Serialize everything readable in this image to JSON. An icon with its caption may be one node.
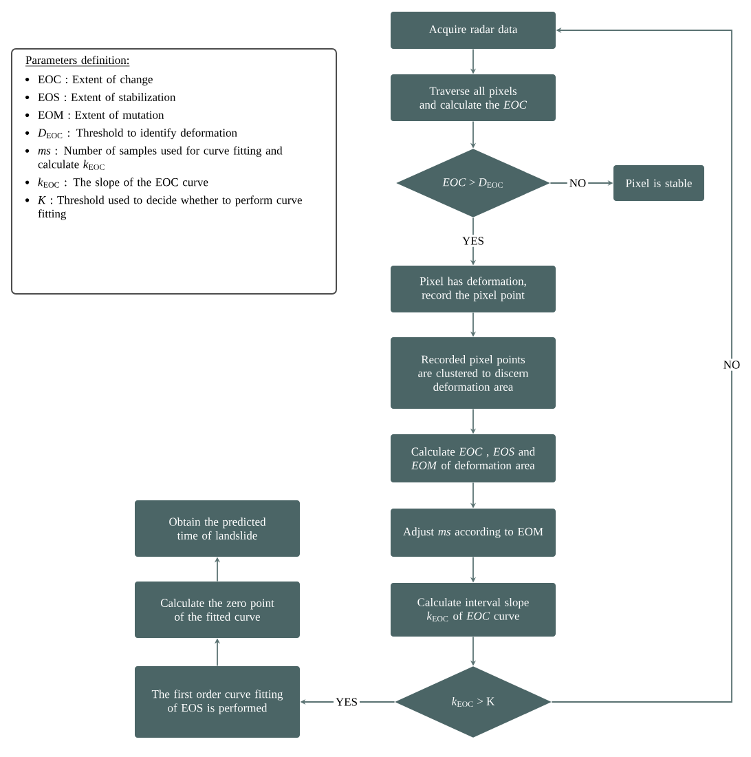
{
  "diagram": {
    "nodes": [
      {
        "text": [
          "Parameters definition:",
          "EOC : Extent of change",
          "EOS : Extent of stabilization",
          "EOM : Extent of mutation",
          "*D*$_{EOC}$ : Threshold to identify deformation",
          "*ms* : Number of samples used for curve fitting and calculate *k*$_{EOC}$",
          "*k*$_{EOC}$ : The slope of the EOC curve",
          "*K* : Threshold used to decide whether to perform curve fitting"
        ]
      },
      {
        "text": [
          "Acquire radar data"
        ]
      },
      {
        "text": [
          "Traverse all pixels and calculate the *EOC*"
        ]
      },
      {
        "text": [
          "*EOC* > *D*$_{EOC}$"
        ]
      },
      {
        "text": [
          "Pixel is stable"
        ]
      },
      {
        "text": [
          "Pixel has deformation, record the pixel point"
        ]
      },
      {
        "text": [
          "Recorded pixel points are clustered to discern deformation area"
        ]
      },
      {
        "text": [
          "Calculate *EOC* , *EOS* and *EOM* of deformation area"
        ]
      },
      {
        "text": [
          "Adjust *ms* according to EOM"
        ]
      },
      {
        "text": [
          "Calculate interval slope *k*$_{EOC}$ of *EOC* curve"
        ]
      },
      {
        "text": [
          "*k*$_{EOC}$ > K"
        ]
      },
      {
        "text": [
          "The first order curve fitting of EOS is performed"
        ]
      },
      {
        "text": [
          "Calculate the zero point of the fitted curve"
        ]
      },
      {
        "text": [
          "Obtain the predicted time of landslide"
        ]
      }
    ],
    "edges": [
      {
        "from": 1,
        "to": 2,
        "arrow": "to"
      },
      {
        "from": 2,
        "to": 3,
        "arrow": "to"
      },
      {
        "from": 3,
        "to": 4,
        "arrow": "to",
        "label": "NO"
      },
      {
        "from": 3,
        "to": 5,
        "arrow": "to",
        "label": "YES"
      },
      {
        "from": 5,
        "to": 6,
        "arrow": "to"
      },
      {
        "from": 6,
        "to": 7,
        "arrow": "to"
      },
      {
        "from": 7,
        "to": 8,
        "arrow": "to"
      },
      {
        "from": 8,
        "to": 9,
        "arrow": "to"
      },
      {
        "from": 9,
        "to": 10,
        "arrow": "to"
      },
      {
        "from": 10,
        "to": 11,
        "arrow": "to",
        "label": "YES"
      },
      {
        "from": 11,
        "to": 12,
        "arrow": "to"
      },
      {
        "from": 12,
        "to": 13,
        "arrow": "to"
      },
      {
        "from": 10,
        "to": 1,
        "arrow": "to",
        "label": "NO"
      }
    ]
  }
}
